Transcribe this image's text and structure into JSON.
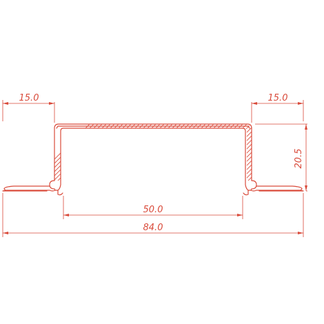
{
  "dimensions": {
    "left_flange": "15.0",
    "right_flange": "15.0",
    "height": "20.5",
    "inner_width": "50.0",
    "overall_width": "84.0"
  },
  "colors": {
    "line": "#d94a3a",
    "background": "#ffffff"
  }
}
